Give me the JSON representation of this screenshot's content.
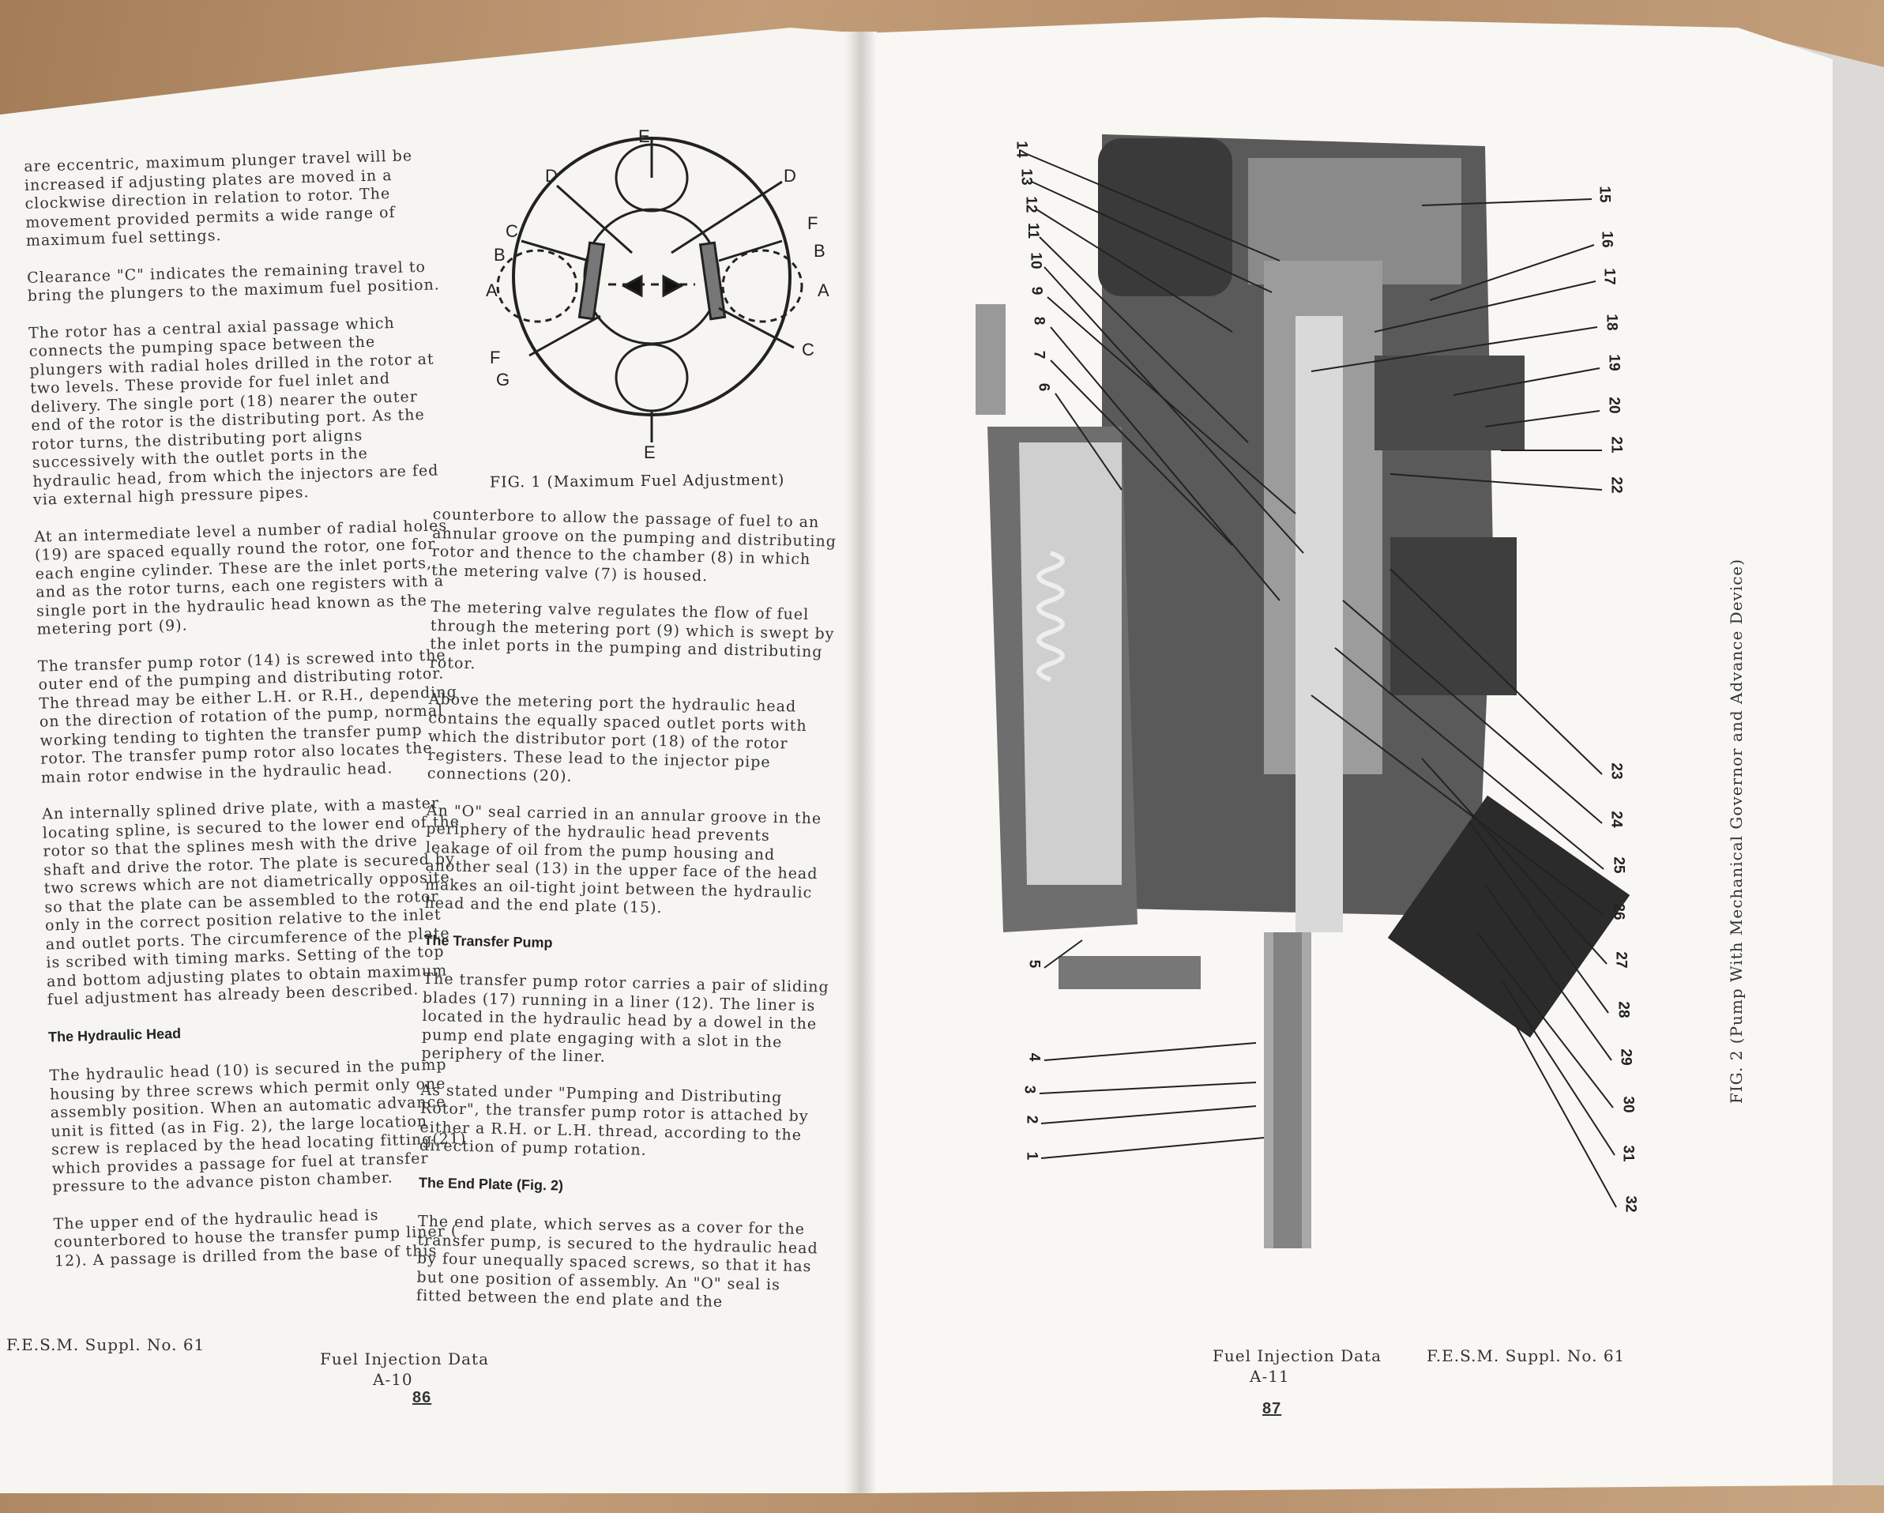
{
  "left_page": {
    "column1": {
      "paragraphs_a": [
        "are eccentric, maximum plunger travel will be increased if adjusting plates are moved in a clockwise direction in relation to rotor. The movement provided permits a wide range of maximum fuel settings.",
        "Clearance \"C\" indicates the remaining travel to bring the plungers to the maximum fuel position.",
        "The rotor has a central axial passage which connects the pumping space between the plungers with radial holes drilled in the rotor at two levels. These provide for fuel inlet and delivery. The single port (18) nearer the outer end of the rotor is the distributing port. As the rotor turns, the distributing port aligns successively with the outlet ports in the hydraulic head, from which the injectors are fed via external high pressure pipes.",
        "At an intermediate level a number of radial holes (19) are spaced equally round the rotor, one for each engine cylinder. These are the inlet ports, and as the rotor turns, each one registers with a single port in the hydraulic head known as the metering port (9).",
        "The transfer pump rotor (14) is screwed into the outer end of the pumping and distributing rotor. The thread may be either L.H. or R.H., depending on the direction of rotation of the pump, normal working tending to tighten the transfer pump rotor. The transfer pump rotor also locates the main rotor endwise in the hydraulic head.",
        "An internally splined drive plate, with a master locating spline, is secured to the lower end of the rotor so that the splines mesh with the drive shaft and drive the rotor. The plate is secured by two screws which are not diametrically opposite so that the plate can be assembled to the rotor only in the correct position relative to the inlet and outlet ports. The circumference of the plate is scribed with timing marks. Setting of the top and bottom adjusting plates to obtain maximum fuel adjustment has already been described."
      ],
      "heading": "The Hydraulic Head",
      "paragraphs_b": [
        "The hydraulic head (10) is secured in the pump housing by three screws which permit only one assembly position. When an automatic advance unit is fitted (as in Fig. 2), the large location screw is replaced by the head locating fitting(21) which provides a passage for fuel at transfer pressure to the advance piston chamber.",
        "The upper end of the hydraulic head is counterbored to house the transfer pump liner ( 12). A passage is drilled from the base of this"
      ]
    },
    "figure1": {
      "caption": "FIG. 1 (Maximum Fuel Adjustment)",
      "labels": [
        "E",
        "D",
        "D",
        "C",
        "F",
        "B",
        "B",
        "A",
        "A",
        "F",
        "C",
        "G",
        "E"
      ]
    },
    "column2": {
      "paragraphs_a": [
        "counterbore to allow the passage of fuel to an annular groove on the pumping and distributing rotor and thence to the chamber (8) in which the metering valve (7) is housed.",
        "The metering valve regulates the flow of fuel through the metering port (9) which is swept by the inlet ports in the pumping and distributing rotor.",
        "Above the metering port the hydraulic head contains the equally spaced outlet ports with which the distributor port (18) of the rotor registers. These lead to the injector pipe connections (20).",
        "An \"O\" seal carried in an annular groove in the periphery of the hydraulic head prevents leakage of oil from the pump housing and another seal (13) in the upper face of the head makes an oil-tight joint between the hydraulic head and the end plate (15)."
      ],
      "heading1": "The Transfer Pump",
      "paragraphs_b": [
        "The transfer pump rotor carries a pair of sliding blades (17) running in a liner (12). The liner is located in the hydraulic head by a dowel in the pump end plate engaging with a slot in the periphery of the liner.",
        "As stated under \"Pumping and Distributing Rotor\", the transfer pump rotor is attached by either a R.H. or L.H. thread, according to the direction of pump rotation."
      ],
      "heading2": "The End Plate (Fig. 2)",
      "paragraphs_c": [
        "The end plate, which serves as a cover for the transfer pump, is secured to the hydraulic head by four unequally spaced screws, so that it has but one position of assembly. An \"O\" seal is fitted between the end plate and the"
      ]
    },
    "footer": {
      "supplement": "F.E.S.M. Suppl. No. 61",
      "title": "Fuel Injection Data",
      "section": "A-10",
      "page_number": "86"
    }
  },
  "right_page": {
    "figure2": {
      "caption": "FIG. 2 (Pump With Mechanical Governor and Advance Device)",
      "callouts": [
        "1",
        "2",
        "3",
        "4",
        "5",
        "6",
        "7",
        "8",
        "9",
        "10",
        "11",
        "12",
        "13",
        "14",
        "15",
        "16",
        "17",
        "18",
        "19",
        "20",
        "21",
        "22",
        "23",
        "24",
        "25",
        "26",
        "27",
        "28",
        "29",
        "30",
        "31",
        "32"
      ]
    },
    "footer": {
      "title": "Fuel Injection Data",
      "supplement": "F.E.S.M. Suppl. No. 61",
      "section": "A-11",
      "page_number": "87"
    }
  },
  "colors": {
    "paper": "#f7f6f2",
    "ink": "#2a2a2a",
    "wood": "#b48d68"
  }
}
